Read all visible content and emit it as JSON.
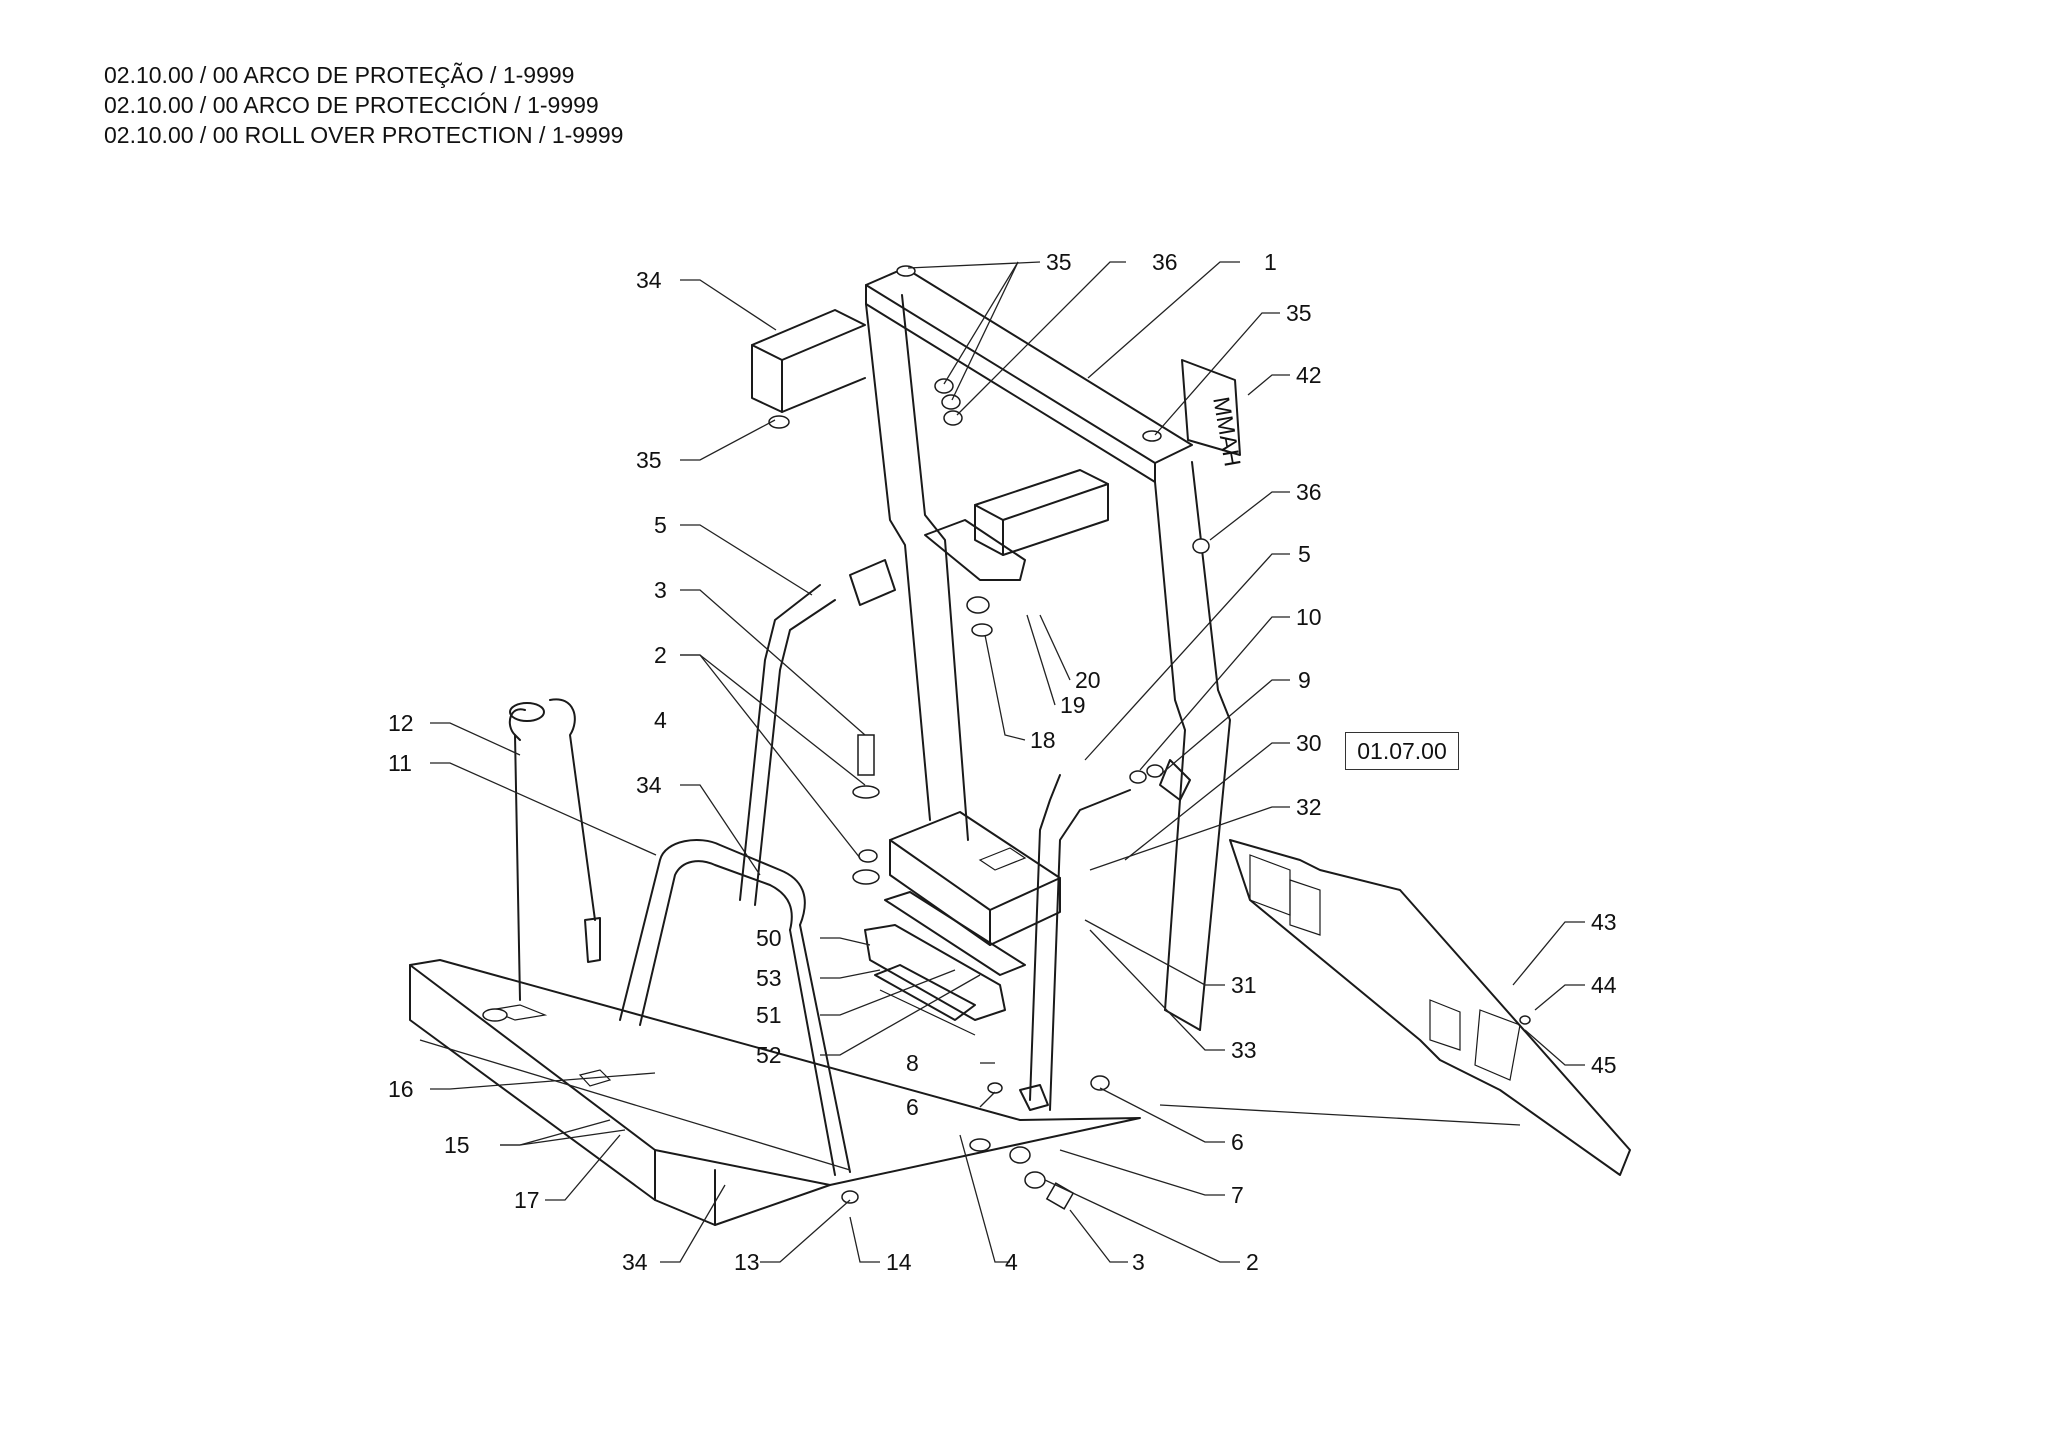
{
  "titles": [
    "02.10.00 / 00 ARCO DE PROTEÇÃO / 1-9999",
    "02.10.00 / 00 ARCO DE PROTECCIÓN / 1-9999",
    "02.10.00 / 00 ROLL OVER PROTECTION / 1-9999"
  ],
  "reference_box": "01.07.00",
  "decal_text": "MMAH",
  "callouts": [
    "34",
    "35",
    "36",
    "1",
    "35",
    "42",
    "35",
    "36",
    "5",
    "5",
    "3",
    "10",
    "2",
    "9",
    "20",
    "19",
    "18",
    "12",
    "4",
    "30",
    "11",
    "34",
    "32",
    "43",
    "50",
    "31",
    "53",
    "44",
    "51",
    "45",
    "33",
    "52",
    "16",
    "8",
    "6",
    "6",
    "15",
    "7",
    "17",
    "34",
    "13",
    "14",
    "4",
    "3",
    "2"
  ]
}
